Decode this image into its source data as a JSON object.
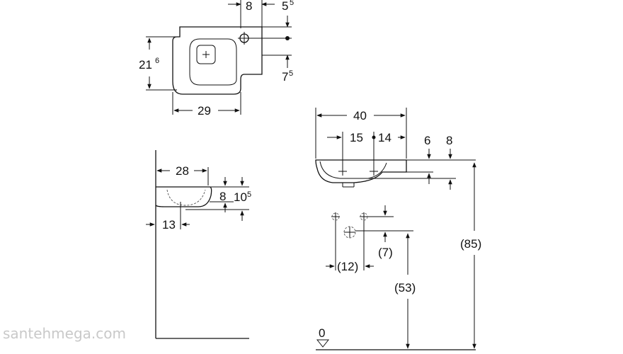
{
  "top_view": {
    "width_29": "29",
    "depth_21": "21",
    "depth_21_sup": "6",
    "tap_8": "8",
    "tap_5": "5",
    "tap_5_sup": "5",
    "tap_7": "7",
    "tap_7_sup": "5"
  },
  "side_view": {
    "depth_28": "28",
    "rim_8": "8",
    "height_10": "10",
    "height_10_sup": "5",
    "offset_13": "13"
  },
  "front_view": {
    "width_40": "40",
    "offset_15": "15",
    "offset_14": "14",
    "rim_6": "6",
    "rim_8": "8",
    "spacing_12": "(12)",
    "drop_7": "(7)",
    "height_53": "(53)",
    "height_85": "(85)",
    "floor_0": "0"
  },
  "watermark": "santehmega.com"
}
